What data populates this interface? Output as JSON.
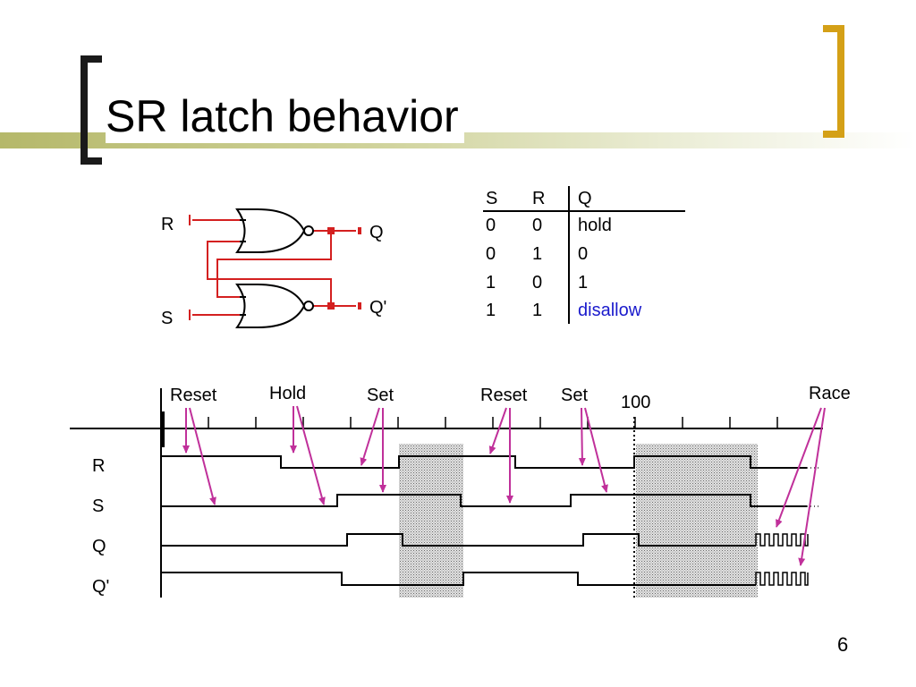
{
  "slide": {
    "title": "SR latch behavior",
    "page_number": "6"
  },
  "circuit": {
    "input_top": "R",
    "input_bottom": "S",
    "output_top": "Q",
    "output_bottom": "Q'"
  },
  "truth_table": {
    "headers": [
      "S",
      "R",
      "Q"
    ],
    "rows": [
      [
        "0",
        "0",
        "hold"
      ],
      [
        "0",
        "1",
        "0"
      ],
      [
        "1",
        "0",
        "1"
      ],
      [
        "1",
        "1",
        "disallow"
      ]
    ],
    "highlight_color": "#1a1acc"
  },
  "timing": {
    "events": [
      "Reset",
      "Hold",
      "Set",
      "Reset",
      "Set",
      "100",
      "Race"
    ],
    "signals": [
      "R",
      "S",
      "Q",
      "Q'"
    ],
    "arrow_color": "#c0309a",
    "wire_color": "#d42020"
  }
}
